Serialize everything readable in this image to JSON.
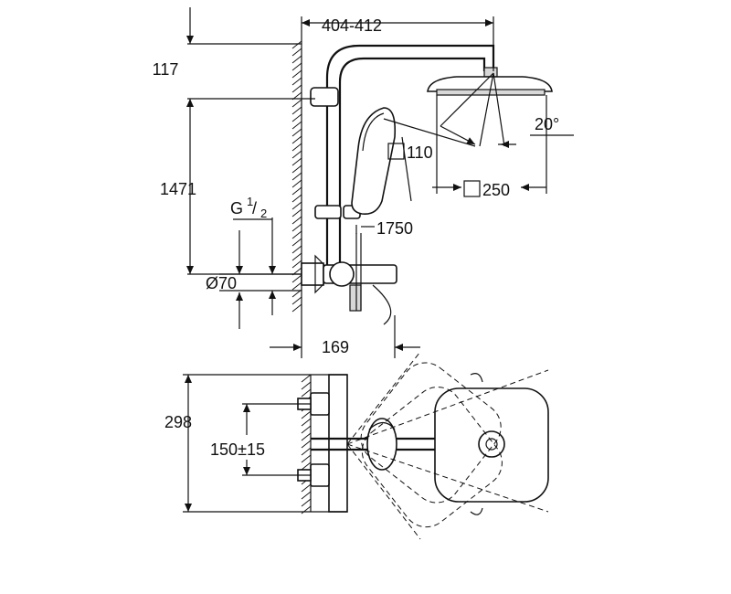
{
  "diagram": {
    "dimensions": {
      "top_width": "404-412",
      "height_top": "117",
      "height_main": "1471",
      "thread": "G",
      "thread_num": "1",
      "thread_den": "2",
      "diameter": "Ø70",
      "hand_shower": "110",
      "head_shower": "250",
      "angle": "20°",
      "hose": "1750",
      "projection": "169",
      "depth": "298",
      "center_distance": "150±15"
    }
  }
}
